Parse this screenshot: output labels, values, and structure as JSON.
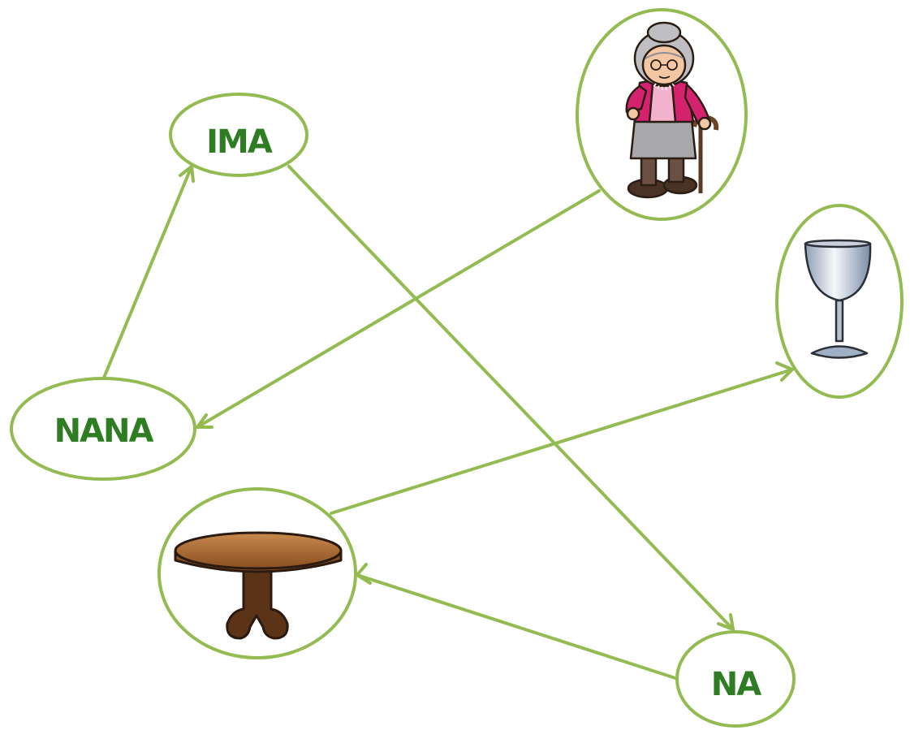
{
  "colors": {
    "connector": "#94bb52",
    "label_text": "#2e7d23",
    "background": "#ffffff"
  },
  "nodes": {
    "ima": {
      "label": "IMA"
    },
    "nana": {
      "label": "NANA"
    },
    "na": {
      "label": "NA"
    },
    "grandmother": {
      "picture": "grandmother-illustration"
    },
    "glass": {
      "picture": "wine-glass-illustration"
    },
    "table": {
      "picture": "round-table-illustration"
    }
  },
  "arrows": [
    {
      "from": "nana",
      "to": "ima"
    },
    {
      "from": "ima",
      "to": "na"
    },
    {
      "from": "grandmother",
      "to": "nana"
    },
    {
      "from": "table",
      "to": "glass"
    },
    {
      "from": "na",
      "to": "table"
    }
  ]
}
